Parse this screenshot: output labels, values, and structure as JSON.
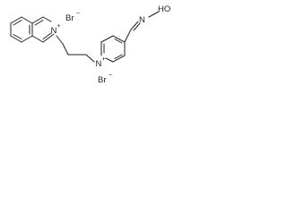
{
  "molecule": {
    "isoquinolinium_nitrogen": "N",
    "isoquinolinium_charge": "+",
    "pyridinium_nitrogen": "N",
    "pyridinium_charge": "+",
    "oxime_nitrogen": "N",
    "oxime_group": "HO",
    "bromide_1": "Br",
    "bromide_1_charge": "−",
    "bromide_2": "Br",
    "bromide_2_charge": "−"
  },
  "colors": {
    "bond": "#222222",
    "background": "#ffffff"
  }
}
